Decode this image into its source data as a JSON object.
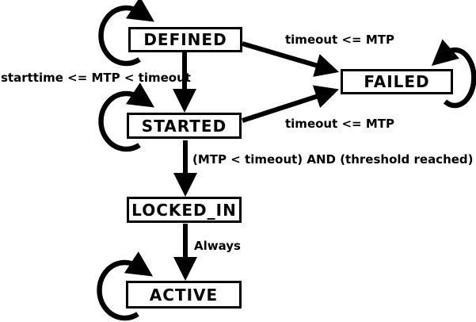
{
  "diagram": {
    "type": "state-machine",
    "background_color": "#ffffff",
    "line_color": "#000000",
    "box_fill_color": "#ffffff",
    "states": [
      {
        "id": "defined",
        "label": "DEFINED",
        "self_loop": true
      },
      {
        "id": "started",
        "label": "STARTED",
        "self_loop": true
      },
      {
        "id": "failed",
        "label": "FAILED",
        "self_loop": true
      },
      {
        "id": "locked_in",
        "label": "LOCKED_IN",
        "self_loop": false
      },
      {
        "id": "active",
        "label": "ACTIVE",
        "self_loop": true
      }
    ],
    "transitions": [
      {
        "from": "defined",
        "to": "failed",
        "label": "timeout <= MTP"
      },
      {
        "from": "defined",
        "to": "started",
        "label": "starttime <= MTP < timeout"
      },
      {
        "from": "started",
        "to": "failed",
        "label": "timeout <= MTP"
      },
      {
        "from": "started",
        "to": "locked_in",
        "label": "(MTP < timeout) AND (threshold reached)"
      },
      {
        "from": "locked_in",
        "to": "active",
        "label": "Always"
      }
    ]
  }
}
